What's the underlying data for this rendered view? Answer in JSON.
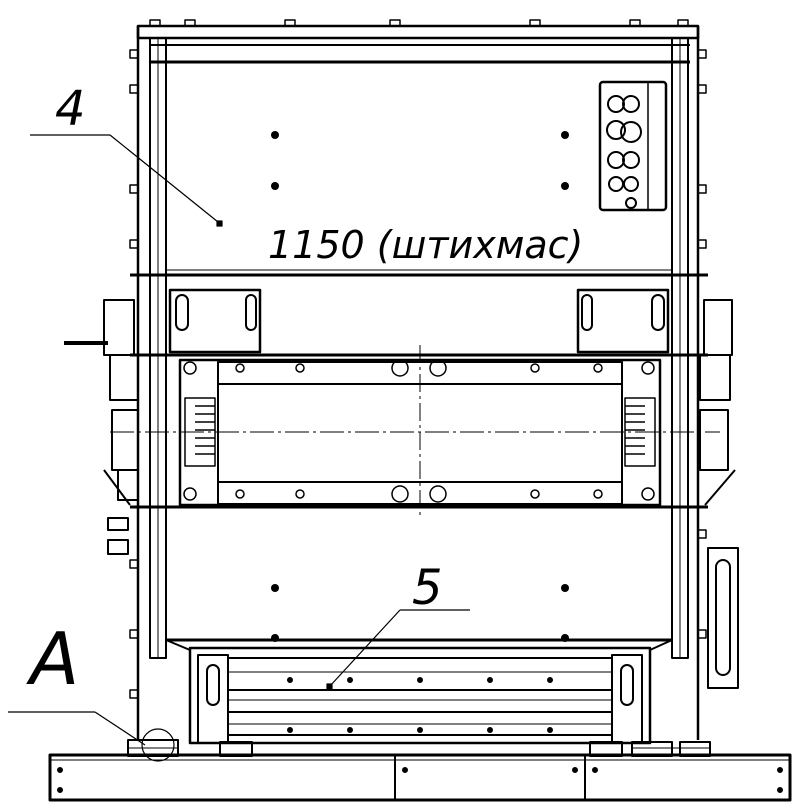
{
  "labels": {
    "callout_4": "4",
    "callout_5": "5",
    "view_a": "A",
    "dimension_note": "1150 (штихмас)"
  },
  "colors": {
    "line": "#000000",
    "background": "#ffffff"
  }
}
